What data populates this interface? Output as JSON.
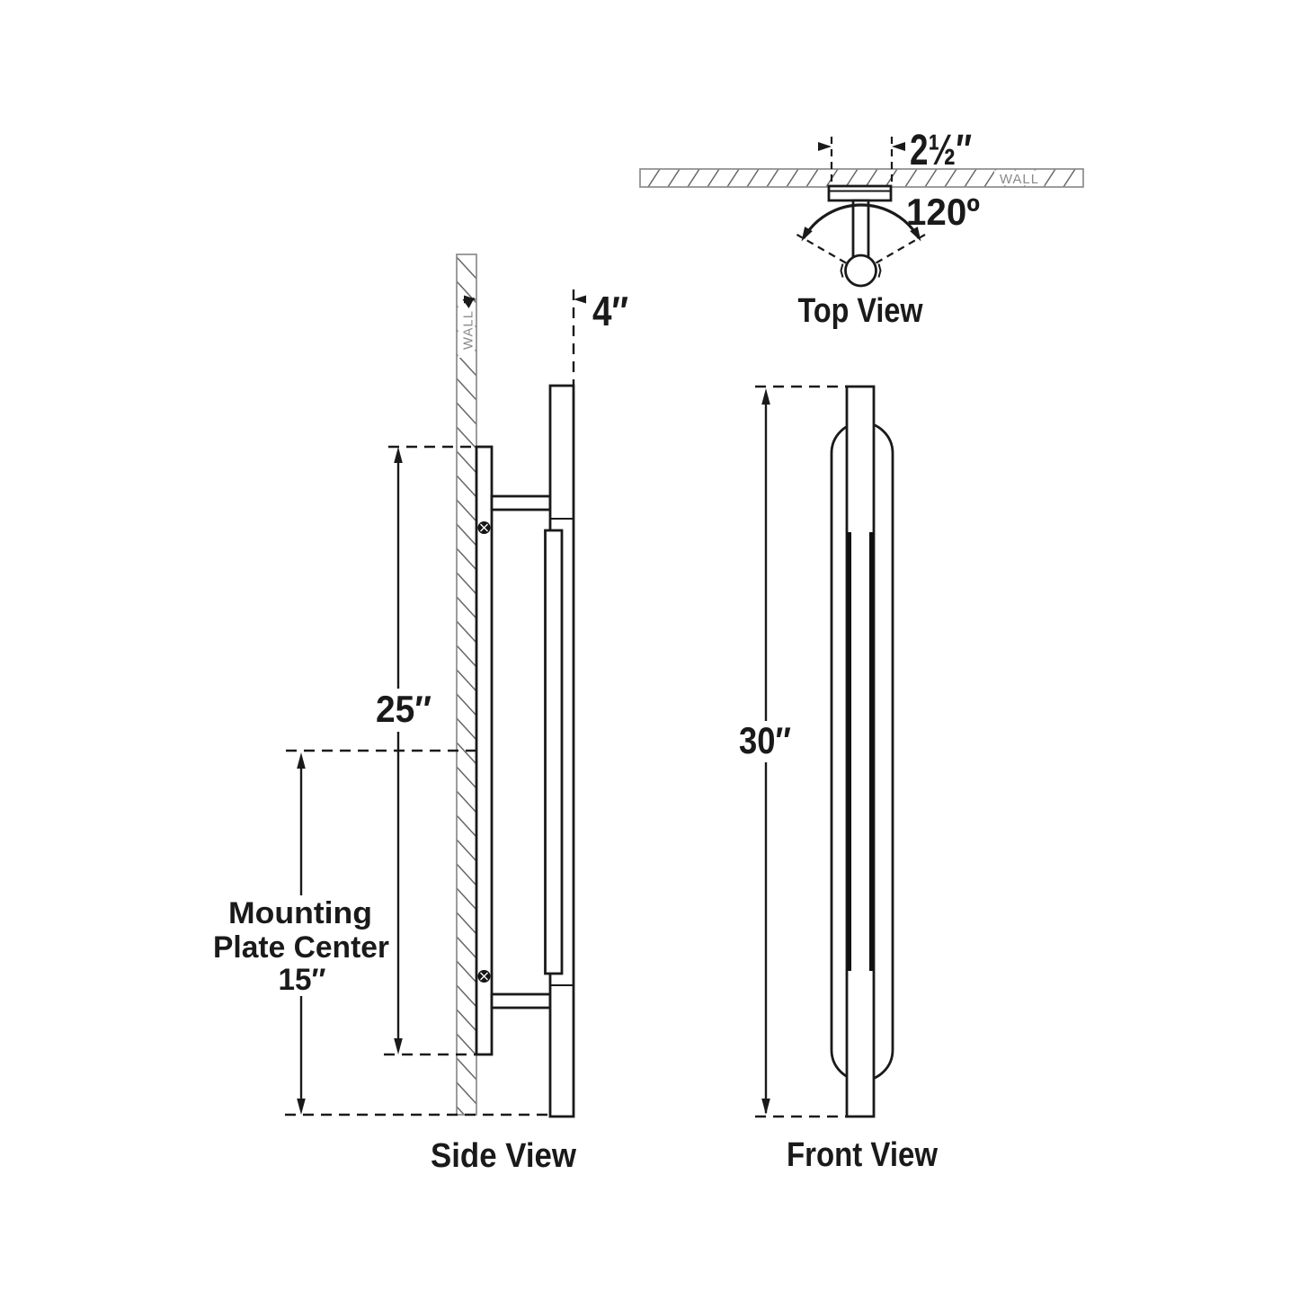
{
  "views": {
    "top": {
      "label": "Top View",
      "wall_label": "WALL",
      "backplate_width": "2½″",
      "swivel_angle": "120º"
    },
    "side": {
      "label": "Side View",
      "wall_label": "WALL",
      "projection_depth": "4″",
      "plate_height": "25″",
      "mounting_center": {
        "line1": "Mounting",
        "line2": "Plate Center",
        "line3": "15″"
      }
    },
    "front": {
      "label": "Front View",
      "fixture_height": "30″"
    }
  },
  "colors": {
    "line": "#1a1a1a",
    "wall_outline": "#8c8c8c",
    "hatch_line": "#666666",
    "wall_text": "#8a8a8a",
    "background": "#ffffff"
  }
}
